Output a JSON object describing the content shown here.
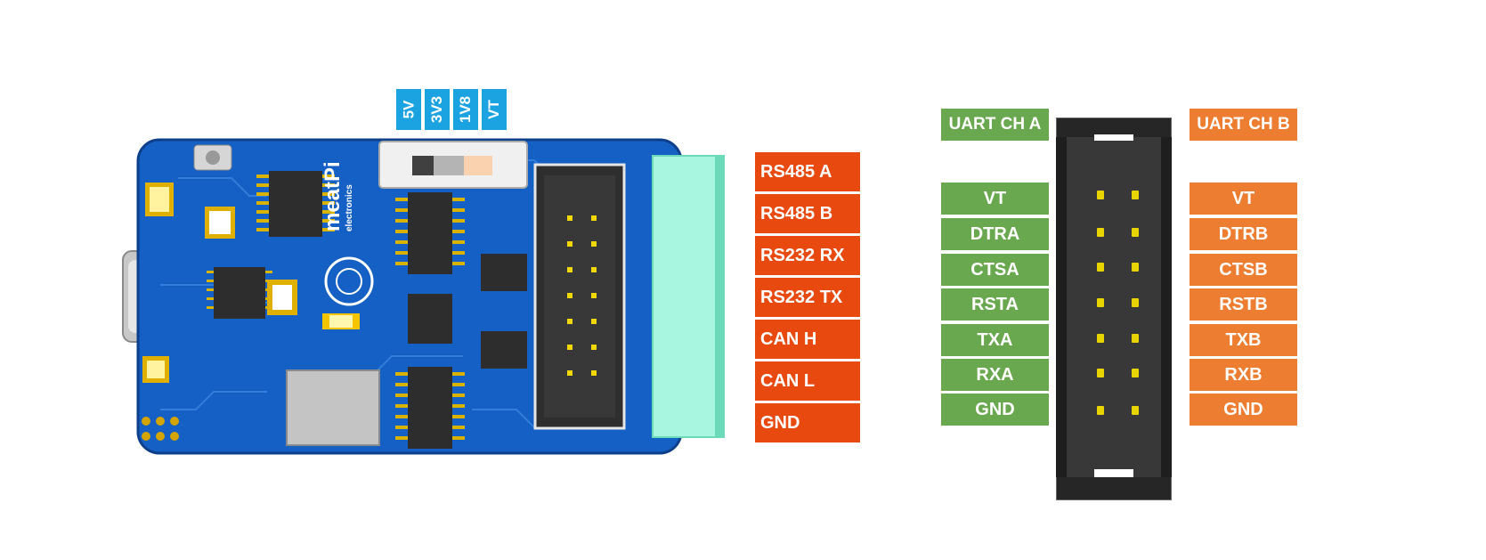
{
  "voltage_selector": [
    "5V",
    "3V3",
    "1V8",
    "VT"
  ],
  "board_logo": {
    "brand": "meatPi",
    "sub": "electronics"
  },
  "terminal_labels": [
    "RS485 A",
    "RS485 B",
    "RS232 RX",
    "RS232 TX",
    "CAN H",
    "CAN L",
    "GND"
  ],
  "uart_a": {
    "title": "UART CH A",
    "pins": [
      "VT",
      "DTRA",
      "CTSA",
      "RSTA",
      "TXA",
      "RXA",
      "GND"
    ]
  },
  "uart_b": {
    "title": "UART CH B",
    "pins": [
      "VT",
      "DTRB",
      "CTSB",
      "RSTB",
      "TXB",
      "RXB",
      "GND"
    ]
  },
  "colors": {
    "pcb": "#1560c4",
    "voltage_tag": "#1aa3e0",
    "terminal_label": "#e8490f",
    "uart_a": "#6aa84f",
    "uart_b": "#ed7d31",
    "terminal_block": "#a8f5e0",
    "pin": "#e8d400"
  }
}
